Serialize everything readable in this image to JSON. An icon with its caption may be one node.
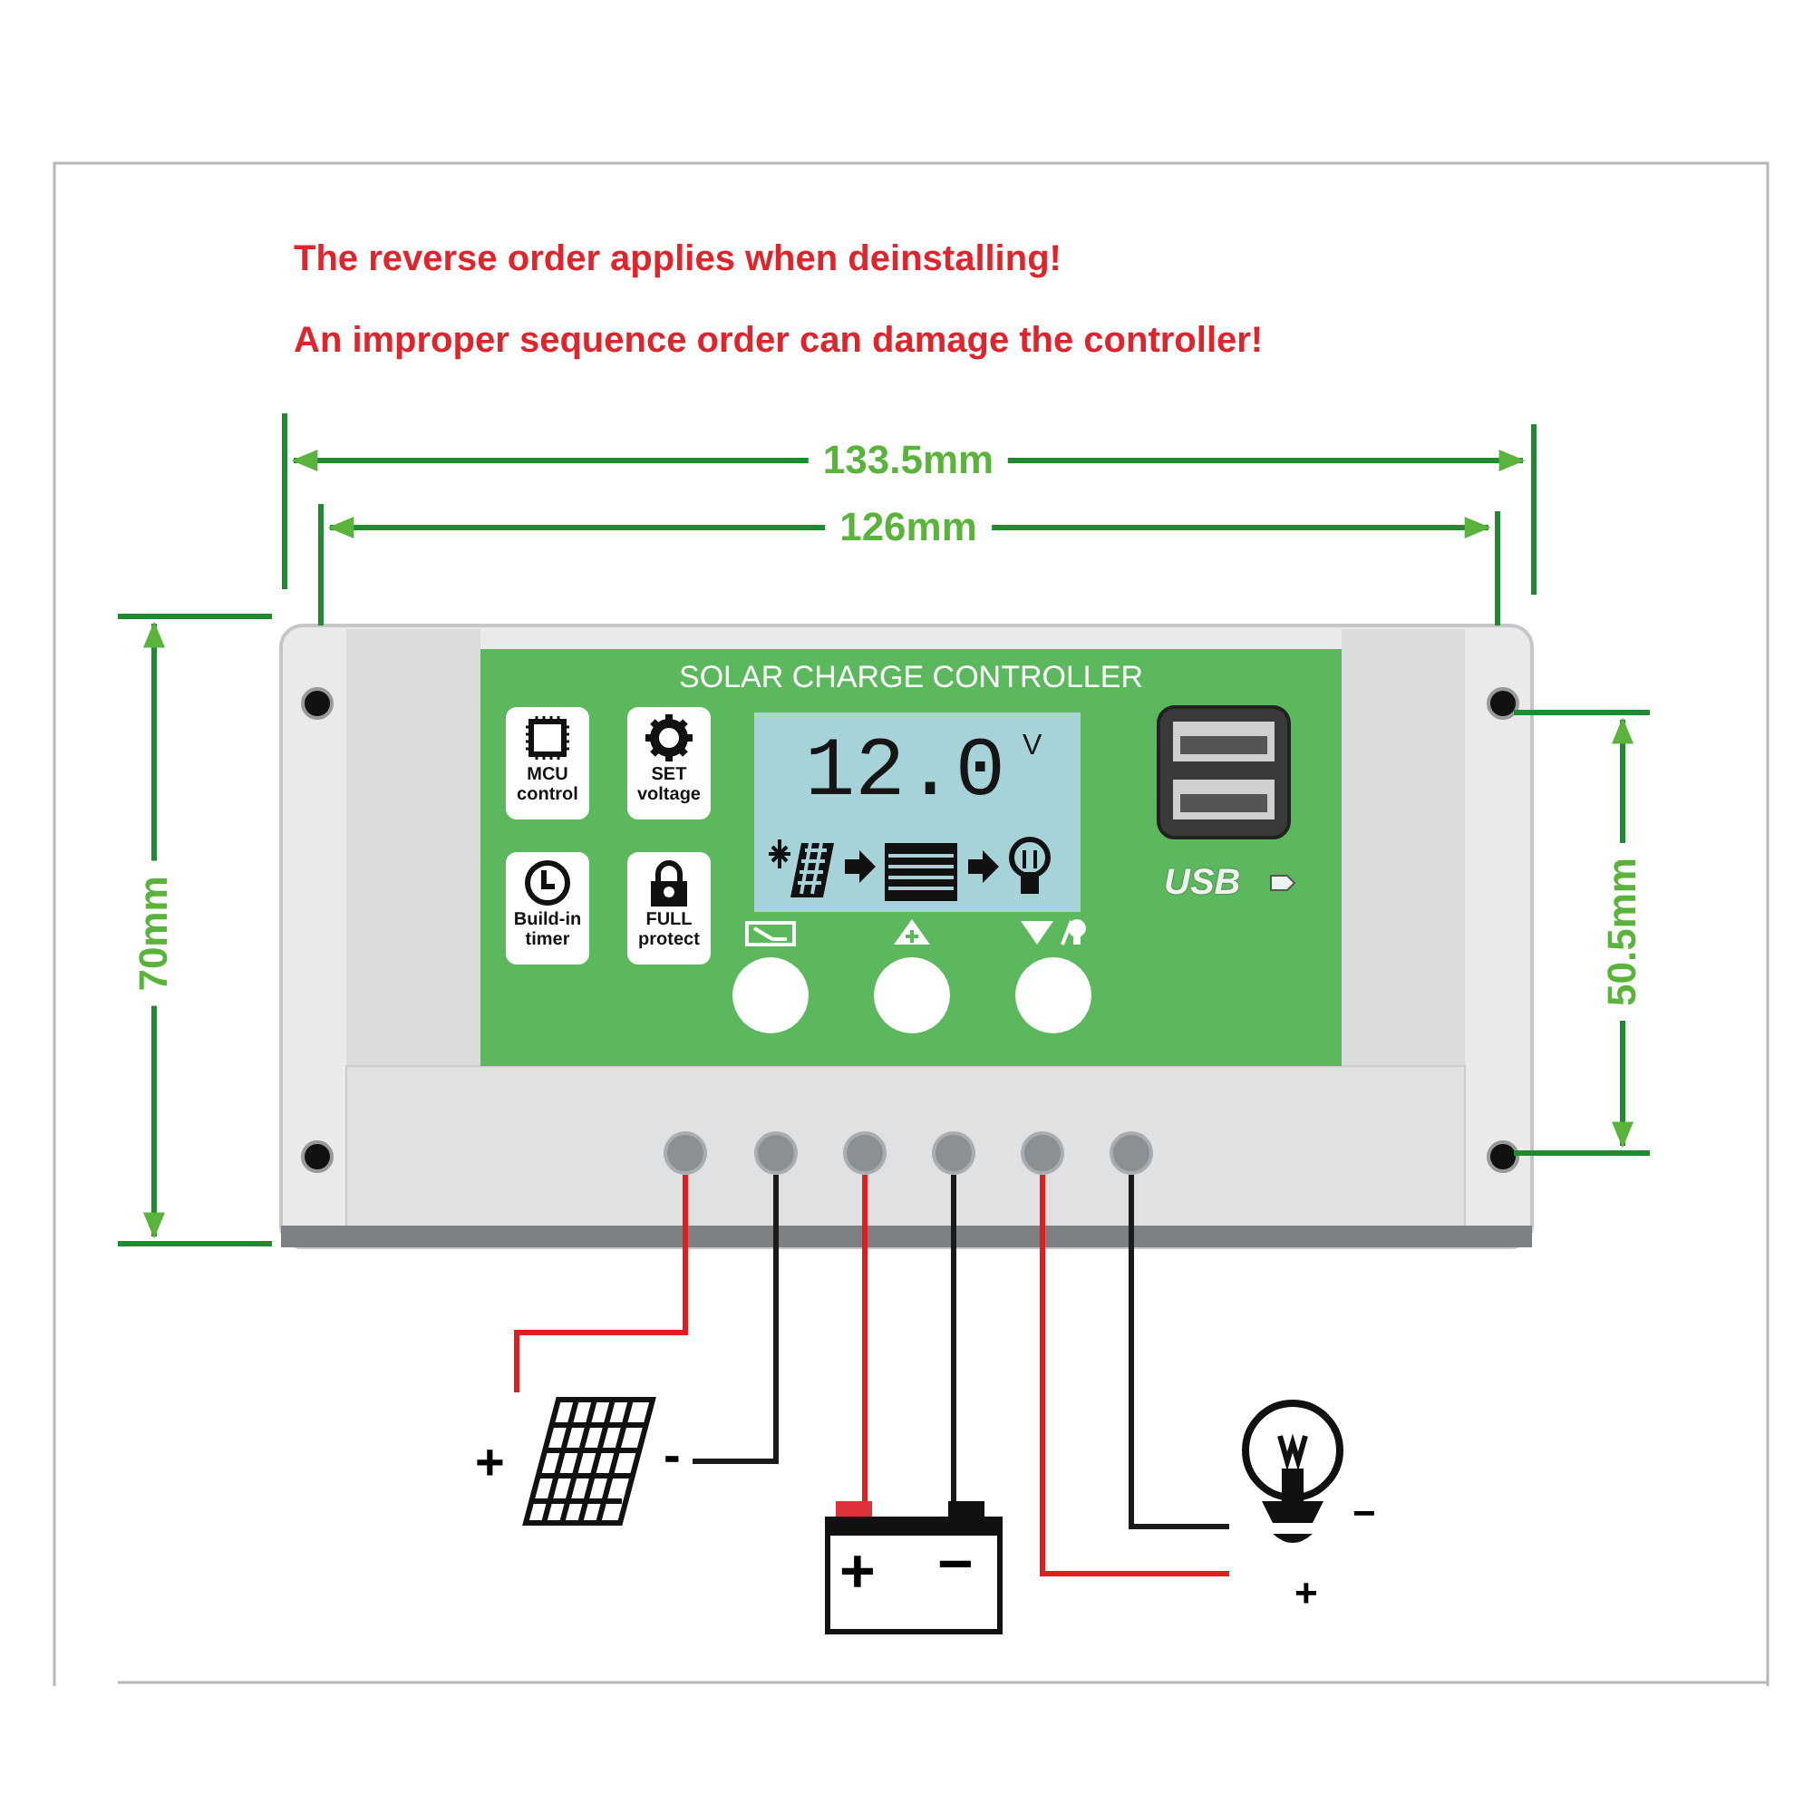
{
  "diagram": {
    "nodes": [
      {
        "text": [
          "SOLAR CHARGE CONTROLLER"
        ]
      },
      {
        "text": [
          "MCU control"
        ],
        "in": 0
      },
      {
        "text": [
          "SET voltage"
        ],
        "in": 0
      },
      {
        "text": [
          "Build-in timer"
        ],
        "in": 0
      },
      {
        "text": [
          "FULL protect"
        ],
        "in": 0
      },
      {
        "text": [
          "12.0",
          "V"
        ],
        "in": 0
      },
      {
        "text": [],
        "shape": "circle"
      },
      {
        "text": [],
        "shape": "circle"
      },
      {
        "text": [],
        "shape": "circle"
      },
      {
        "text": [],
        "shape": "circle"
      },
      {
        "text": [],
        "shape": "circle"
      },
      {
        "text": [],
        "shape": "circle"
      },
      {
        "text": [],
        "shape": "picture",
        "beside": [
          "+",
          "-"
        ]
      },
      {
        "text": [
          "+",
          "−"
        ]
      },
      {
        "text": [],
        "shape": "picture",
        "beside": [
          "−",
          "+"
        ]
      }
    ],
    "edges": [
      {
        "from": 6,
        "to": 12,
        "arrow": "none",
        "color": "#e01e1e"
      },
      {
        "from": 7,
        "to": 12,
        "arrow": "none",
        "color": "#1a1a1a"
      },
      {
        "from": 8,
        "to": 13,
        "arrow": "none",
        "color": "#e01e1e"
      },
      {
        "from": 9,
        "to": 13,
        "arrow": "none",
        "color": "#1a1a1a"
      },
      {
        "from": 10,
        "to": 14,
        "arrow": "none",
        "color": "#e01e1e"
      },
      {
        "from": 11,
        "to": 14,
        "arrow": "none",
        "color": "#1a1a1a"
      }
    ],
    "labels": [
      "The reverse order applies when deinstalling!",
      "An improper sequence order can damage the controller!",
      "133.5mm",
      "126mm",
      "70mm",
      "50.5mm",
      "USB"
    ]
  }
}
